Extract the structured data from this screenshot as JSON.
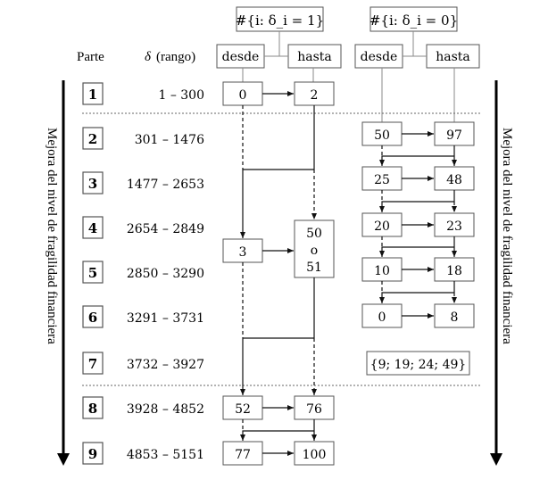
{
  "header": {
    "parte_label": "Parte",
    "delta_label_symbol": "δ",
    "delta_label_text": "(rango)",
    "group1_title": "#{i: δ_i = 1}",
    "group0_title": "#{i: δ_i = 0}",
    "desde_label": "desde",
    "hasta_label": "hasta"
  },
  "axis_label": "Mejora del nivel de fragilidad financiera",
  "parts": [
    {
      "num": "1",
      "range": "1 – 300"
    },
    {
      "num": "2",
      "range": "301 – 1476"
    },
    {
      "num": "3",
      "range": "1477 – 2653"
    },
    {
      "num": "4",
      "range": "2654 – 2849"
    },
    {
      "num": "5",
      "range": "2850 – 3290"
    },
    {
      "num": "6",
      "range": "3291 – 3731"
    },
    {
      "num": "7",
      "range": "3732 – 3927"
    },
    {
      "num": "8",
      "range": "3928 – 4852"
    },
    {
      "num": "9",
      "range": "4853 – 5151"
    }
  ],
  "group1_boxes": {
    "part1": {
      "desde": "0",
      "hasta": "2"
    },
    "part4_5": {
      "desde": "3",
      "hasta_lines": [
        "50",
        "o",
        "51"
      ]
    },
    "part8": {
      "desde": "52",
      "hasta": "76"
    },
    "part9": {
      "desde": "77",
      "hasta": "100"
    }
  },
  "group0_boxes": {
    "part2": {
      "desde": "50",
      "hasta": "97"
    },
    "part3": {
      "desde": "25",
      "hasta": "48"
    },
    "part4": {
      "desde": "20",
      "hasta": "23"
    },
    "part5": {
      "desde": "10",
      "hasta": "18"
    },
    "part6": {
      "desde": "0",
      "hasta": "8"
    },
    "part7_set": "{9; 19; 24; 49}"
  }
}
